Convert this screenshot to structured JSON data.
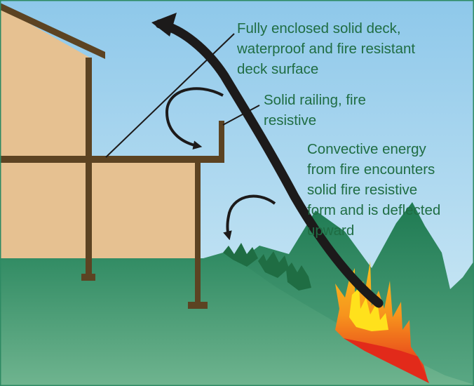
{
  "labels": {
    "deck": [
      "Fully enclosed solid deck,",
      "waterproof and fire resistant",
      "deck surface"
    ],
    "railing": [
      "Solid railing, fire",
      "resistive"
    ],
    "convective": [
      "Convective energy",
      "from fire encounters",
      "solid fire resistive",
      "form and is deflected",
      "upward"
    ]
  },
  "colors": {
    "sky_top": "#8ec8ea",
    "sky_bottom": "#d4ecf6",
    "ground": "#2e8a63",
    "ground_dark": "#1f6d43",
    "house_wall": "#e6c191",
    "timber": "#5c4322",
    "label_text": "#1f6d43",
    "arrow": "#1c1a1a",
    "fire_red": "#e22a1a",
    "fire_orange": "#f7941d",
    "fire_yellow": "#ffe11c"
  }
}
